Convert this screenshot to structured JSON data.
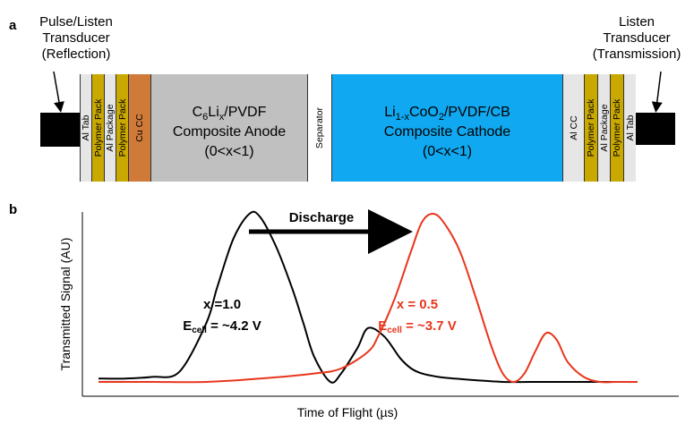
{
  "panel_a": {
    "label": "a",
    "left_transducer": [
      "Pulse/Listen",
      "Transducer",
      "(Reflection)"
    ],
    "right_transducer": [
      "Listen",
      "Transducer",
      "(Transmission)"
    ],
    "layers_left": [
      "Al Tab",
      "Polymer Pack",
      "Al Package",
      "Polymer Pack",
      "Cu CC"
    ],
    "anode": {
      "line1_main": "C",
      "line1_sub1": "6",
      "line1_mid": "Li",
      "line1_sub2": "x",
      "line1_tail": "/PVDF",
      "line2": "Composite Anode",
      "line3": "(0<x<1)"
    },
    "separator": "Separator",
    "cathode": {
      "line1_pre": "Li",
      "line1_sub": "1-x",
      "line1_mid": "CoO",
      "line1_sub2": "2",
      "line1_tail": "/PVDF/CB",
      "line2": "Composite Cathode",
      "line3": "(0<x<1)"
    },
    "layers_right": [
      "Al CC",
      "Polymer Pack",
      "Al Package",
      "Polymer Pack",
      "Al Tab"
    ],
    "colors": {
      "al": "#e6e6e6",
      "polymer": "#c9a800",
      "cu": "#d07a3a",
      "anode": "#c0c0c0",
      "cathode": "#10a8f0",
      "separator": "#ffffff",
      "transducer": "#000000"
    }
  },
  "panel_b": {
    "label": "b",
    "ylabel": "Transmitted Signal (AU)",
    "xlabel": "Time of Flight (µs)",
    "arrow_label": "Discharge",
    "black_annotation": {
      "line1": "x =1.0",
      "e_main": "E",
      "e_sub": "cell",
      "e_tail": " = ~4.2 V"
    },
    "red_annotation": {
      "line1": "x = 0.5",
      "e_main": "E",
      "e_sub": "cell",
      "e_tail": " = ~3.7 V"
    },
    "colors": {
      "black_series": "#000000",
      "red_series": "#e8361c"
    }
  },
  "chart_data": {
    "type": "line",
    "xlabel": "Time of Flight (µs)",
    "ylabel": "Transmitted Signal (AU)",
    "xlim": [
      0,
      100
    ],
    "ylim": [
      0,
      1
    ],
    "series": [
      {
        "name": "x =1.0",
        "x": [
          0,
          5,
          10,
          15,
          20,
          22,
          25,
          28,
          30,
          33,
          36,
          38,
          40,
          43,
          45,
          48,
          50,
          53,
          56,
          58,
          60,
          63,
          66,
          70,
          75,
          80,
          85,
          90,
          95,
          100
        ],
        "y": [
          0.02,
          0.02,
          0.03,
          0.06,
          0.35,
          0.56,
          0.85,
          1.0,
          0.98,
          0.8,
          0.55,
          0.35,
          0.15,
          0.0,
          0.05,
          0.2,
          0.32,
          0.27,
          0.14,
          0.08,
          0.05,
          0.03,
          0.02,
          0.01,
          0.0,
          0.0,
          0.0,
          0.0,
          0.0,
          0.0
        ]
      },
      {
        "name": "x = 0.5",
        "x": [
          0,
          10,
          20,
          30,
          40,
          45,
          50,
          52,
          55,
          58,
          60,
          62,
          64,
          67,
          70,
          73,
          75,
          77,
          79,
          81,
          83,
          85,
          87,
          90,
          93,
          96,
          100
        ],
        "y": [
          0.0,
          0.0,
          0.0,
          0.02,
          0.05,
          0.08,
          0.18,
          0.28,
          0.5,
          0.78,
          0.95,
          1.0,
          0.95,
          0.78,
          0.5,
          0.2,
          0.05,
          0.0,
          0.05,
          0.18,
          0.29,
          0.25,
          0.12,
          0.03,
          0.0,
          0.0,
          0.0
        ]
      }
    ]
  }
}
